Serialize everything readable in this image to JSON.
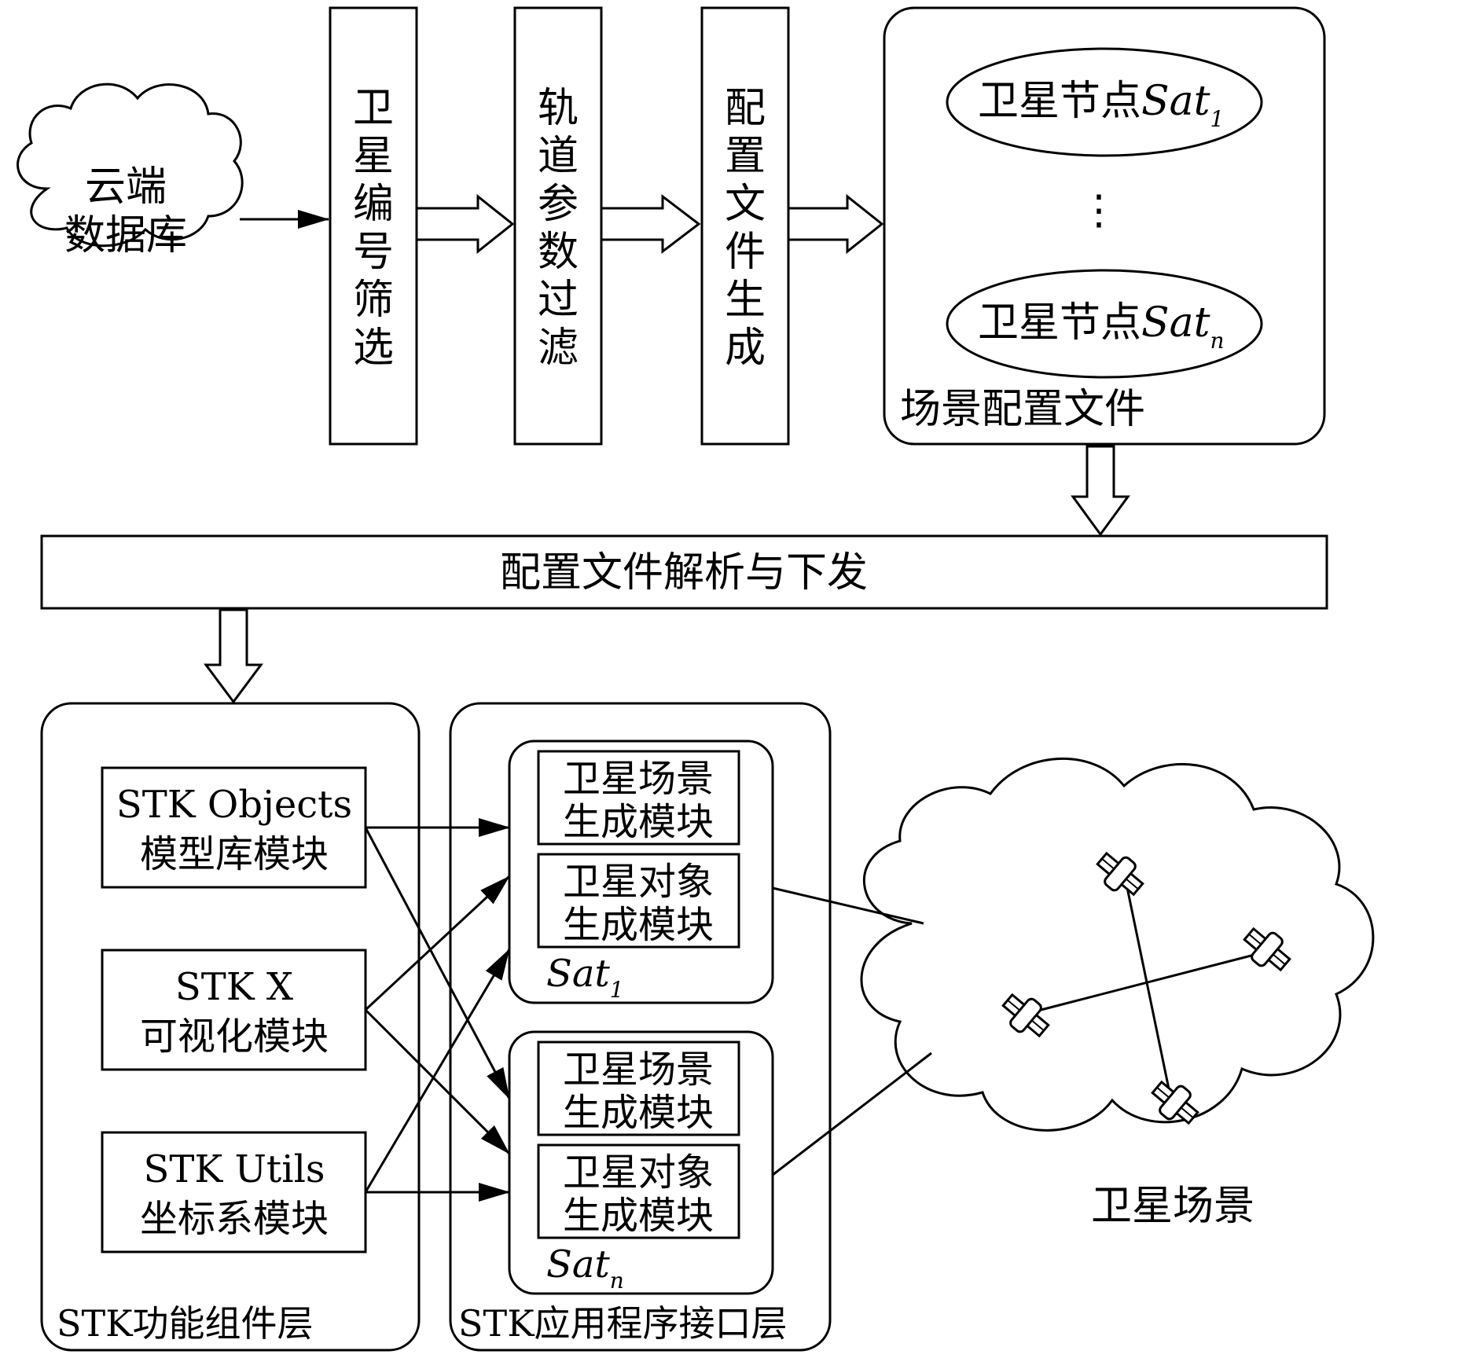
{
  "cloud_database": {
    "line1": "云端",
    "line2": "数据库"
  },
  "pipeline": [
    {
      "chars": [
        "卫",
        "星",
        "编",
        "号",
        "筛",
        "选"
      ]
    },
    {
      "chars": [
        "轨",
        "道",
        "参",
        "数",
        "过",
        "滤"
      ]
    },
    {
      "chars": [
        "配",
        "置",
        "文",
        "件",
        "生",
        "成"
      ]
    }
  ],
  "scene_config": {
    "node_prefix": "卫星节点",
    "node_sat": "Sat",
    "node1_sub": "1",
    "noden_sub": "n",
    "ellipsis": "⋮",
    "label": "场景配置文件"
  },
  "parse_bar": {
    "label": "配置文件解析与下发"
  },
  "stk_component_layer": {
    "label": "STK功能组件层",
    "modules": [
      {
        "line1": "STK Objects",
        "line2": "模型库模块"
      },
      {
        "line1": "STK X",
        "line2": "可视化模块"
      },
      {
        "line1": "STK Utils",
        "line2": "坐标系模块"
      }
    ]
  },
  "stk_api_layer": {
    "label": "STK应用程序接口层",
    "groups": [
      {
        "scene_l1": "卫星场景",
        "scene_l2": "生成模块",
        "object_l1": "卫星对象",
        "object_l2": "生成模块",
        "sat": "Sat",
        "sub": "1"
      },
      {
        "scene_l1": "卫星场景",
        "scene_l2": "生成模块",
        "object_l1": "卫星对象",
        "object_l2": "生成模块",
        "sat": "Sat",
        "sub": "n"
      }
    ]
  },
  "satellite_scene": {
    "label": "卫星场景"
  },
  "icons": [
    "satellite-icon"
  ]
}
